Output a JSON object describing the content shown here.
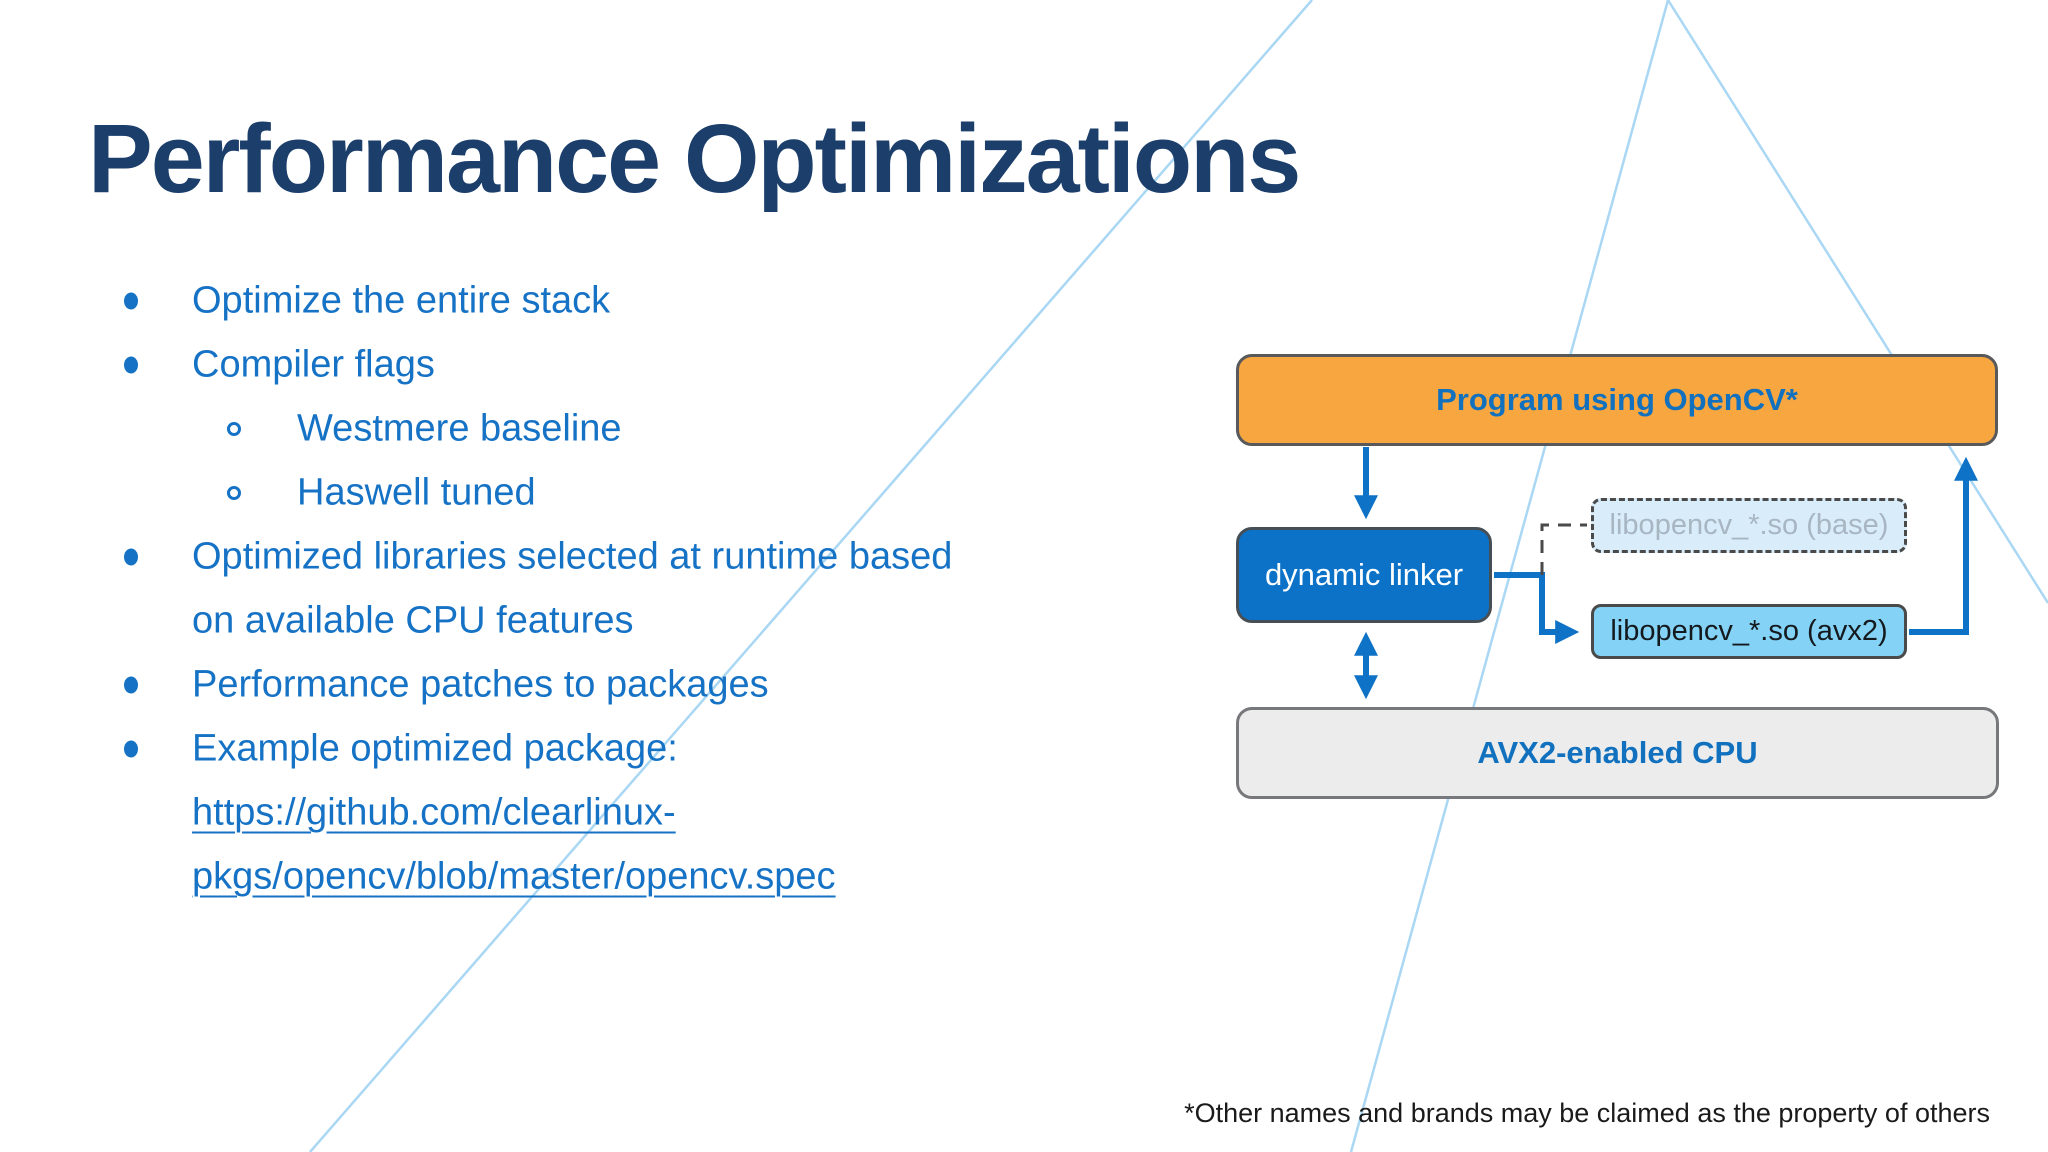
{
  "slide": {
    "title": "Performance Optimizations",
    "bullets": [
      {
        "level": 1,
        "marker": "disc",
        "text": "Optimize the entire stack",
        "link": false
      },
      {
        "level": 1,
        "marker": "disc",
        "text": "Compiler flags",
        "link": false
      },
      {
        "level": 2,
        "marker": "circle",
        "text": "Westmere baseline",
        "link": false
      },
      {
        "level": 2,
        "marker": "circle",
        "text": "Haswell tuned",
        "link": false
      },
      {
        "level": 1,
        "marker": "disc",
        "text": "Optimized libraries selected at runtime based",
        "link": false
      },
      {
        "level": 1,
        "marker": "none",
        "text": "on available CPU features",
        "link": false
      },
      {
        "level": 1,
        "marker": "disc",
        "text": "Performance patches to packages",
        "link": false
      },
      {
        "level": 1,
        "marker": "disc",
        "text": "Example optimized package:",
        "link": false
      },
      {
        "level": 1,
        "marker": "none",
        "text": "https://github.com/clearlinux-",
        "link": true
      },
      {
        "level": 1,
        "marker": "none",
        "text": "pkgs/opencv/blob/master/opencv.spec",
        "link": true
      }
    ],
    "footnote": "*Other names and brands may be claimed as the property of others"
  },
  "diagram": {
    "program_box": "Program using OpenCV*",
    "linker_box": "dynamic linker",
    "base_box": "libopencv_*.so (base)",
    "avx2_box": "libopencv_*.so (avx2)",
    "cpu_box": "AVX2-enabled CPU"
  },
  "colors": {
    "title_navy": "#1B3E6B",
    "bullet_blue": "#1572C5",
    "arrow_blue": "#0E72C7",
    "program_orange": "#F7A640",
    "linker_blue": "#0B72C8",
    "base_light_blue": "#D9ECFA",
    "base_text_gray": "#A8B6C2",
    "avx2_sky_blue": "#84D2F5",
    "cpu_gray": "#ECECEC",
    "diagram_text_blue": "#1171BE",
    "background_line_blue": "#A9D7F4"
  }
}
